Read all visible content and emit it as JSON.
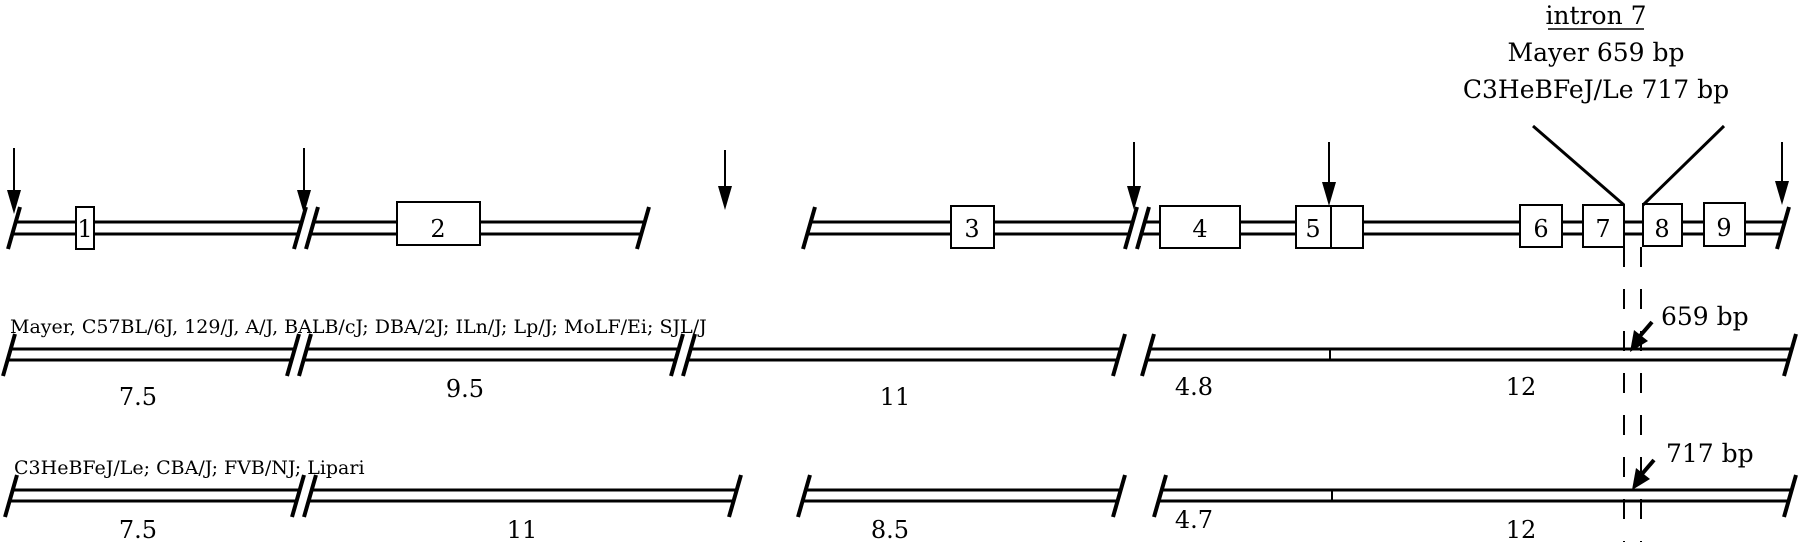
{
  "intron_header": {
    "title": "intron 7",
    "line1": "Mayer 659 bp",
    "line2": "C3HeBFeJ/Le 717 bp"
  },
  "exons": [
    "1",
    "2",
    "3",
    "4",
    "5",
    "6",
    "7",
    "8",
    "9"
  ],
  "row_mayer": {
    "strains": "Mayer, C57BL/6J, 129/J, A/J, BALB/cJ; DBA/2J;  ILn/J; Lp/J; MoLF/Ei; SJL/J",
    "fragments": [
      "7.5",
      "9.5",
      "11",
      "4.8",
      "12"
    ],
    "intron_size": "659 bp"
  },
  "row_c3h": {
    "strains": "C3HeBFeJ/Le; CBA/J; FVB/NJ; Lipari",
    "fragments": [
      "7.5",
      "11",
      "8.5",
      "4.7",
      "12"
    ],
    "intron_size": "717 bp"
  }
}
